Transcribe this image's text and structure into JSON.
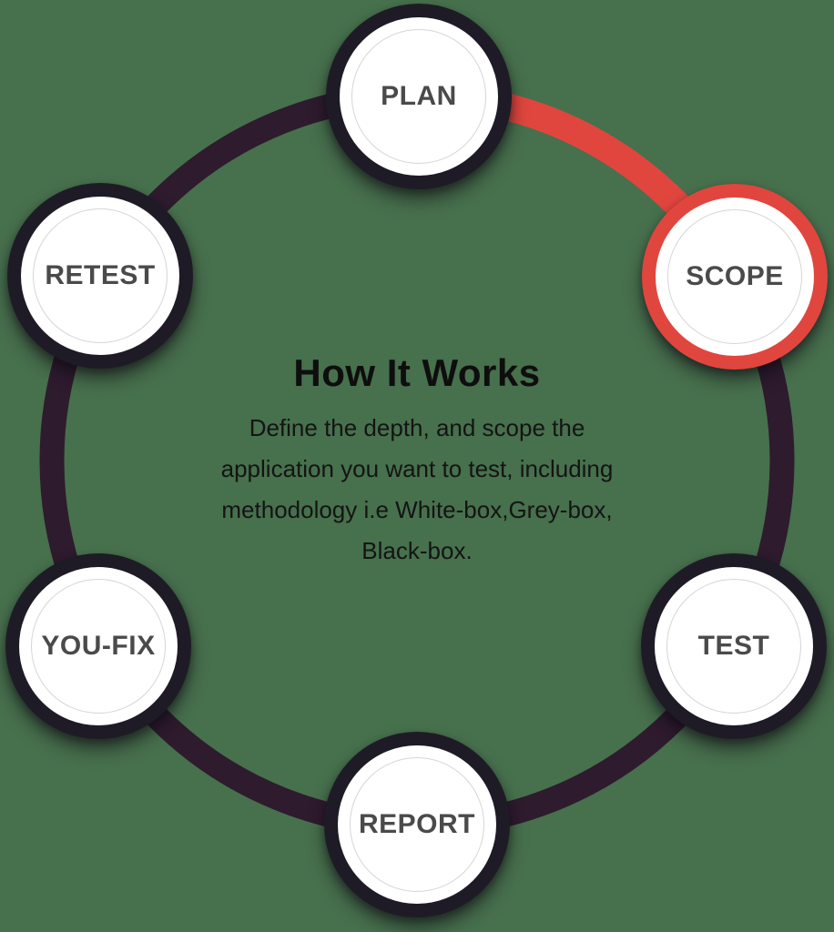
{
  "background_color": "#47704D",
  "ring": {
    "track_color": "#2E1B2E",
    "progress_color": "#E0463E",
    "progress_segment": "PLAN to SCOPE"
  },
  "center": {
    "title": "How It Works",
    "description_lines": [
      "Define the depth, and scope the",
      "application you want to test, including",
      "methodology i.e White-box,Grey-box,",
      "Black-box."
    ]
  },
  "steps": [
    {
      "label": "PLAN",
      "active": false
    },
    {
      "label": "SCOPE",
      "active": true
    },
    {
      "label": "TEST",
      "active": false
    },
    {
      "label": "REPORT",
      "active": false
    },
    {
      "label": "YOU-FIX",
      "active": false
    },
    {
      "label": "RETEST",
      "active": false
    }
  ],
  "colors": {
    "node_ring_default": "#1E1B26",
    "node_ring_active": "#E0463E",
    "node_label": "#4A4A4A",
    "inner_circle_outline": "#D6D6D6",
    "title_text": "#0E0E0E",
    "description_text": "#141414"
  }
}
